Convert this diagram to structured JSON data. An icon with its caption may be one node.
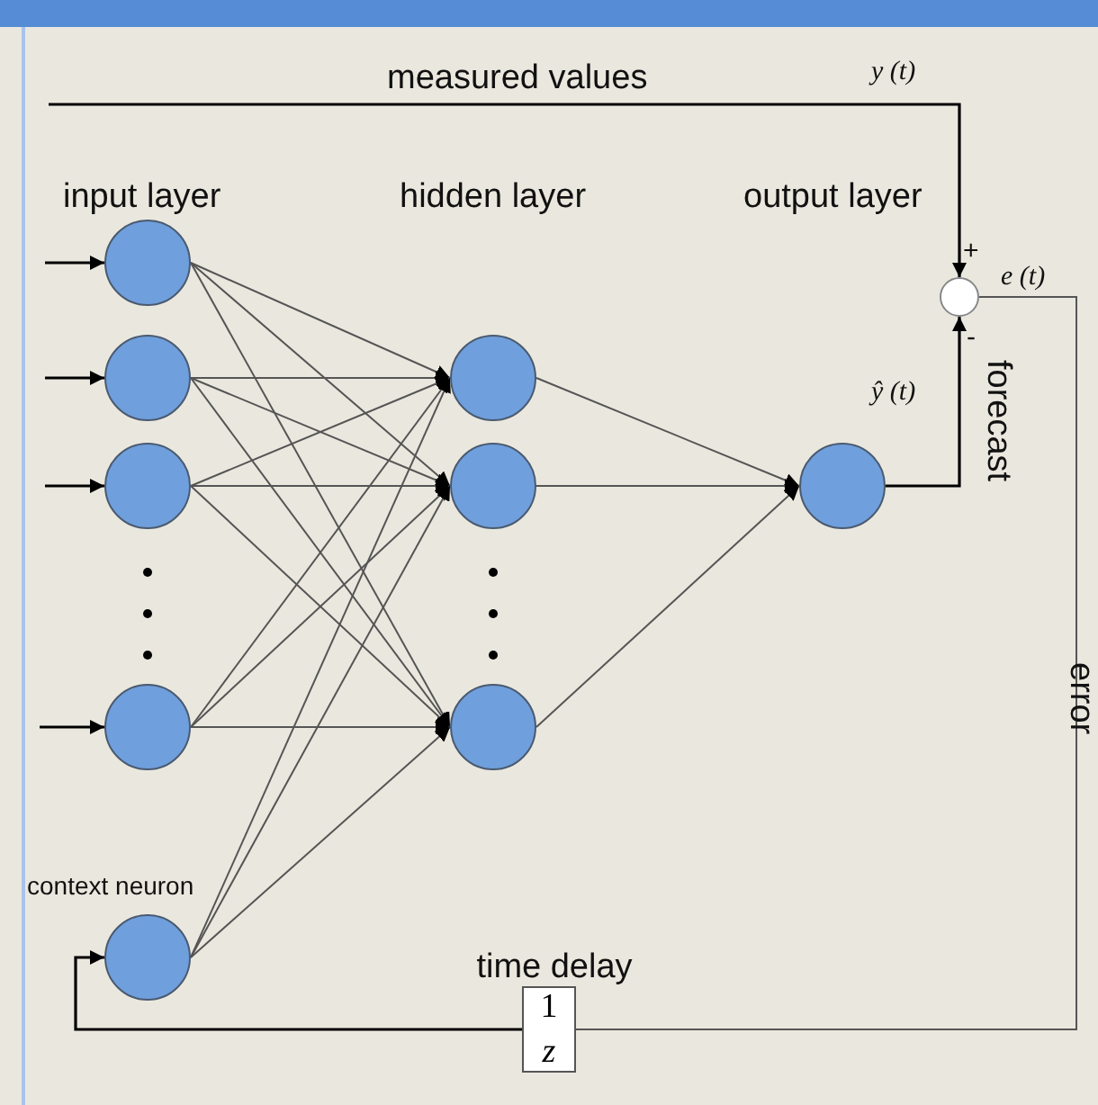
{
  "diagram": {
    "nodes": [
      {
        "text": [],
        "shape": "circle"
      },
      {
        "text": [],
        "shape": "circle"
      },
      {
        "text": [],
        "shape": "circle"
      },
      {
        "text": [],
        "shape": "circle"
      },
      {
        "text": [],
        "shape": "circle",
        "beside": [
          "context neuron"
        ]
      },
      {
        "text": [],
        "shape": "circle"
      },
      {
        "text": [],
        "shape": "circle"
      },
      {
        "text": [],
        "shape": "circle"
      },
      {
        "text": [],
        "shape": "circle"
      },
      {
        "text": [],
        "shape": "circle"
      },
      {
        "text": [
          "1",
          "z"
        ],
        "beside": [
          "time delay"
        ]
      }
    ],
    "edges": [
      {
        "from": null,
        "to": 0,
        "arrow": "to"
      },
      {
        "from": null,
        "to": 1,
        "arrow": "to"
      },
      {
        "from": null,
        "to": 2,
        "arrow": "to"
      },
      {
        "from": null,
        "to": 3,
        "arrow": "to"
      },
      {
        "from": 0,
        "to": 5,
        "arrow": "to"
      },
      {
        "from": 0,
        "to": 6,
        "arrow": "to"
      },
      {
        "from": 0,
        "to": 7,
        "arrow": "to"
      },
      {
        "from": 1,
        "to": 5,
        "arrow": "to"
      },
      {
        "from": 1,
        "to": 6,
        "arrow": "to"
      },
      {
        "from": 1,
        "to": 7,
        "arrow": "to"
      },
      {
        "from": 2,
        "to": 5,
        "arrow": "to"
      },
      {
        "from": 2,
        "to": 6,
        "arrow": "to"
      },
      {
        "from": 2,
        "to": 7,
        "arrow": "to"
      },
      {
        "from": 3,
        "to": 5,
        "arrow": "to"
      },
      {
        "from": 3,
        "to": 6,
        "arrow": "to"
      },
      {
        "from": 3,
        "to": 7,
        "arrow": "to"
      },
      {
        "from": 4,
        "to": 5,
        "arrow": "to"
      },
      {
        "from": 4,
        "to": 6,
        "arrow": "to"
      },
      {
        "from": 4,
        "to": 7,
        "arrow": "to"
      },
      {
        "from": 5,
        "to": 8,
        "arrow": "to"
      },
      {
        "from": 6,
        "to": 8,
        "arrow": "to"
      },
      {
        "from": 7,
        "to": 8,
        "arrow": "to"
      },
      {
        "from": 8,
        "to": 9,
        "arrow": "to",
        "label": "forecast"
      },
      {
        "from": null,
        "to": 9,
        "arrow": "to",
        "label": "measured values"
      },
      {
        "from": 9,
        "to": 10,
        "arrow": "none",
        "label": "error"
      },
      {
        "from": 10,
        "to": 4,
        "arrow": "to"
      }
    ],
    "labels": [
      "y (t)",
      "input layer",
      "hidden layer",
      "output layer",
      "+",
      "e (t)",
      "-",
      "ŷ (t)"
    ]
  }
}
